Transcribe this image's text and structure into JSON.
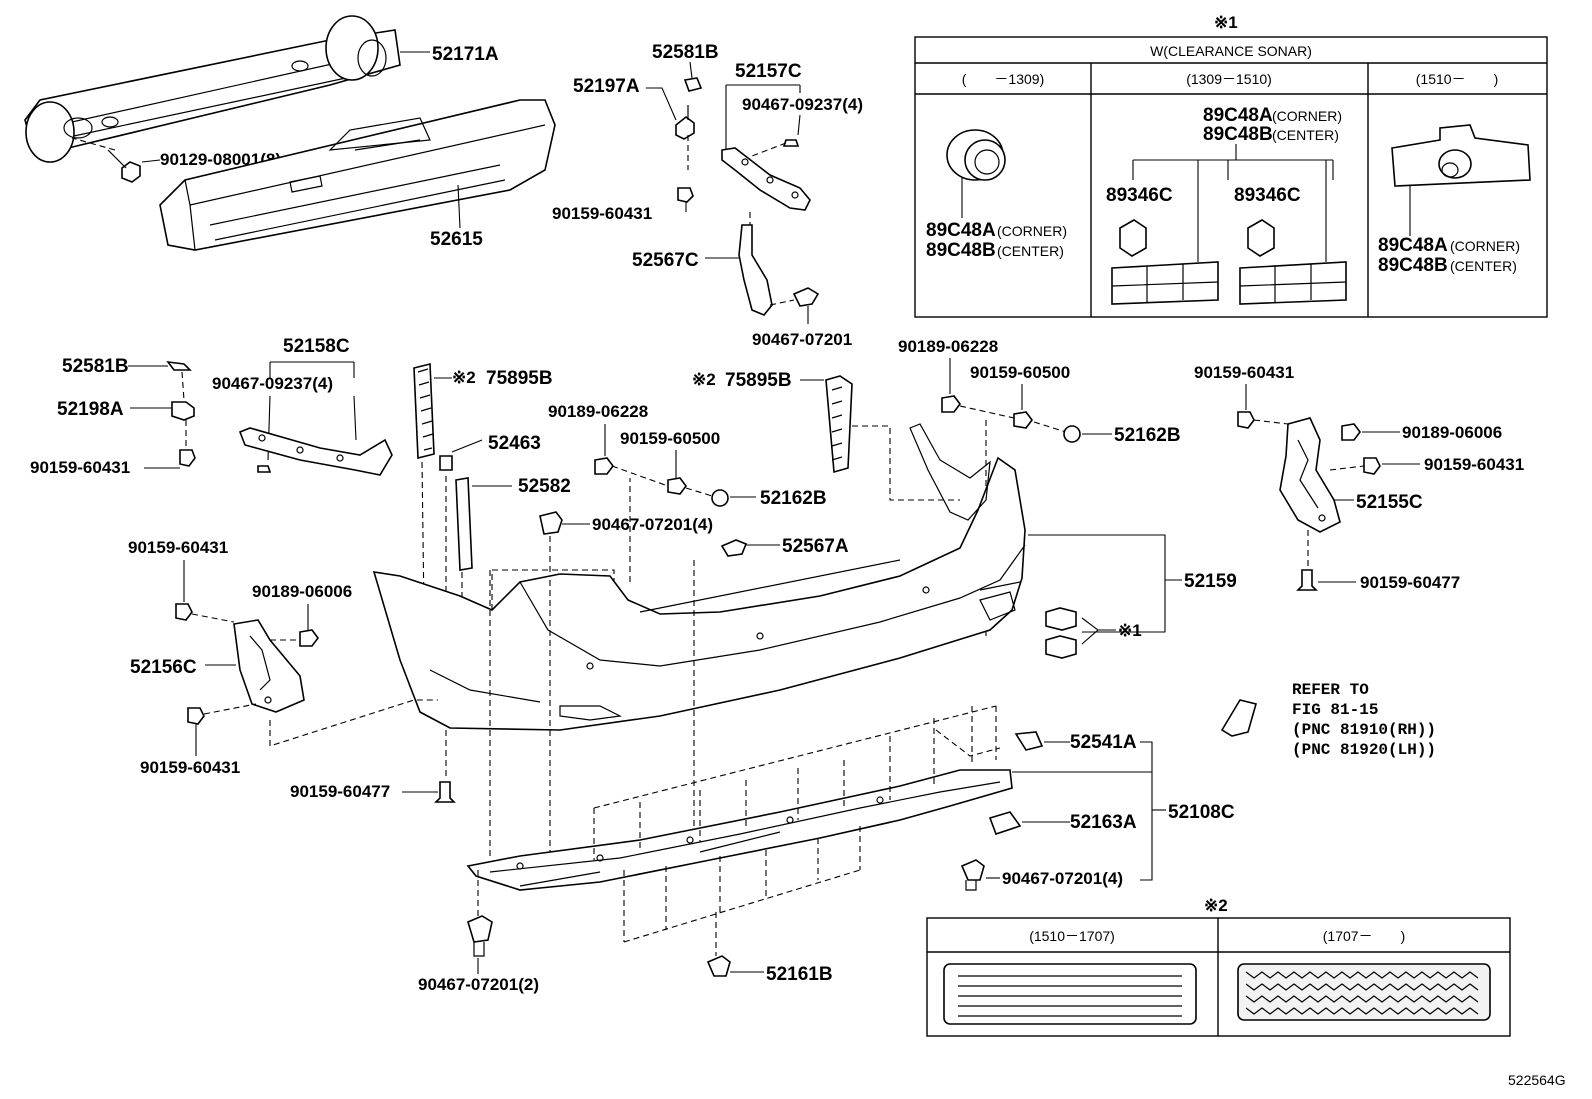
{
  "footer_code": "522564G",
  "labels": {
    "p52171A": "52171A",
    "p90129_08001": "90129-08001(8)",
    "p52615": "52615",
    "p52581B_top": "52581B",
    "p52197A": "52197A",
    "p52157C": "52157C",
    "p90467_09237_top": "90467-09237(4)",
    "p90159_60431_top": "90159-60431",
    "p52567C": "52567C",
    "p90467_07201_top": "90467-07201",
    "p52581B_left": "52581B",
    "p52158C": "52158C",
    "p90467_09237_left": "90467-09237(4)",
    "p52198A": "52198A",
    "p90159_60431_left": "90159-60431",
    "p75895B_left": "75895B",
    "p52463": "52463",
    "p52582": "52582",
    "p90189_06228_mid": "90189-06228",
    "p90159_60500_mid": "90159-60500",
    "p52162B_mid": "52162B",
    "p90467_07201_4_mid": "90467-07201(4)",
    "p52567A": "52567A",
    "p75895B_right": "75895B",
    "p90189_06228_right": "90189-06228",
    "p90159_60500_right": "90159-60500",
    "p52162B_right": "52162B",
    "p52159": "52159",
    "p90159_60431_rt": "90159-60431",
    "p90189_06006_rt": "90189-06006",
    "p90159_60431_rt2": "90159-60431",
    "p52155C": "52155C",
    "p90159_60477_rt": "90159-60477",
    "p90159_60431_lb1": "90159-60431",
    "p90189_06006_lb": "90189-06006",
    "p52156C": "52156C",
    "p90159_60431_lb2": "90159-60431",
    "p90159_60477_lb": "90159-60477",
    "p52541A": "52541A",
    "p52108C": "52108C",
    "p52163A": "52163A",
    "p90467_07201_4_bot": "90467-07201(4)",
    "p90467_07201_2": "90467-07201(2)",
    "p52161B": "52161B",
    "mark1": "※1",
    "mark2": "※2"
  },
  "refer": {
    "line1": "REFER TO",
    "line2": "FIG 81-15",
    "line3": "(PNC 81910(RH))",
    "line4": "(PNC 81920(LH))"
  },
  "sonar_table": {
    "mark": "※1",
    "title": "W(CLEARANCE SONAR)",
    "periods": [
      "(　　－1309)",
      "(1309－1510)",
      "(1510－　　)"
    ],
    "col1": {
      "a": "89C48A",
      "a_note": "(CORNER)",
      "b": "89C48B",
      "b_note": "(CENTER)"
    },
    "col2": {
      "a": "89C48A",
      "a_note": "(CORNER)",
      "b": "89C48B",
      "b_note": "(CENTER)",
      "left": "89346C",
      "right": "89346C"
    },
    "col3": {
      "a": "89C48A",
      "a_note": "(CORNER)",
      "b": "89C48B",
      "b_note": "(CENTER)"
    }
  },
  "reflector_table": {
    "mark": "※2",
    "periods": [
      "(1510－1707)",
      "(1707－　　)"
    ]
  }
}
